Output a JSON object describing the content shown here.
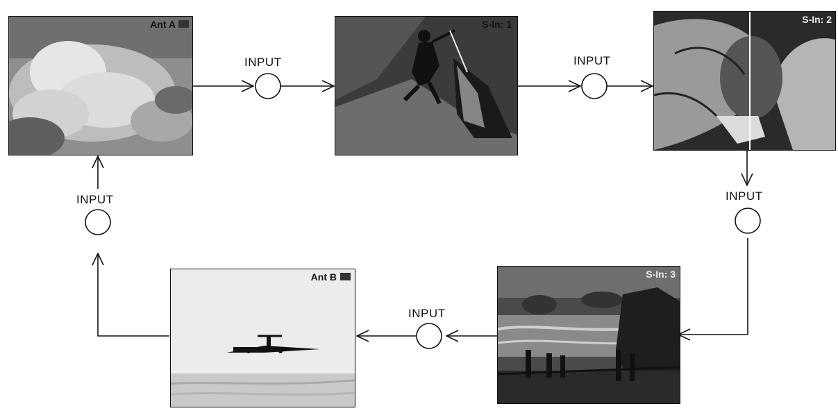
{
  "input_label": "INPUT",
  "screens": [
    {
      "id": "screen-ant-a",
      "osd": "Ant A",
      "content": "clouds"
    },
    {
      "id": "screen-s-in-1",
      "osd": "S-In: 1",
      "content": "skier"
    },
    {
      "id": "screen-s-in-2",
      "osd": "S-In: 2",
      "content": "hands-closeup"
    },
    {
      "id": "screen-s-in-3",
      "osd": "S-In: 3",
      "content": "coastline-with-people"
    },
    {
      "id": "screen-ant-b",
      "osd": "Ant B",
      "content": "cargo-airplane"
    }
  ],
  "input_nodes": 5,
  "colors": {
    "line": "#111111",
    "background": "#ffffff"
  }
}
